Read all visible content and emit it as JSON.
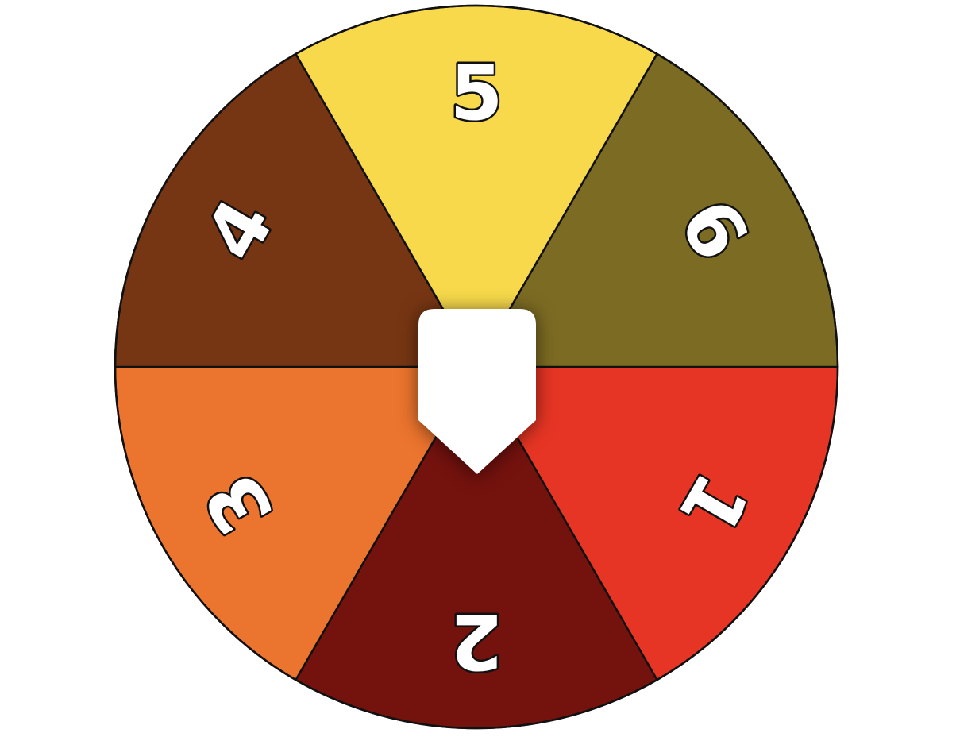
{
  "wheel": {
    "segments": [
      {
        "label": "1",
        "color": "#E63524"
      },
      {
        "label": "2",
        "color": "#74120E"
      },
      {
        "label": "3",
        "color": "#EB742E"
      },
      {
        "label": "4",
        "color": "#773613"
      },
      {
        "label": "5",
        "color": "#F7D94B"
      },
      {
        "label": "6",
        "color": "#7C6B23"
      }
    ],
    "rim_color": "#111111",
    "pointer_color": "#FFFFFF",
    "pointer_icon": "pointer-arrow-down-icon"
  }
}
